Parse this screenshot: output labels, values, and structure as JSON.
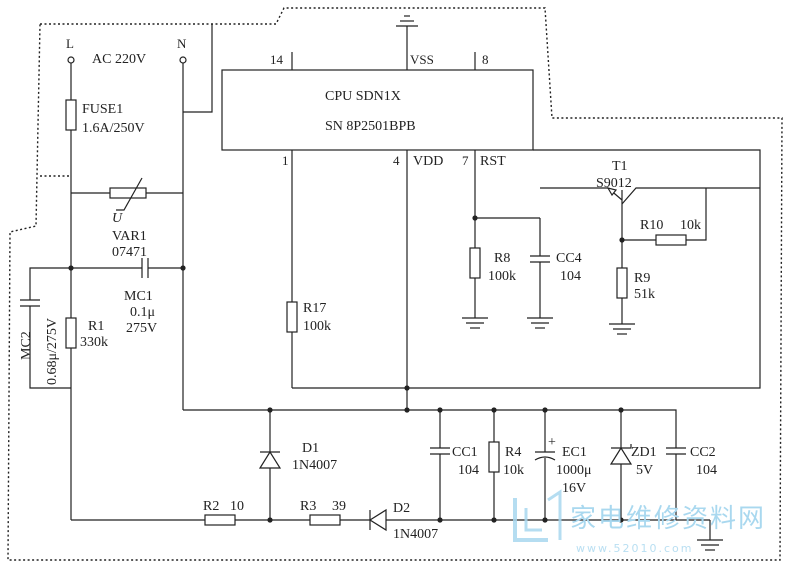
{
  "cpu": {
    "line1": "CPU  SDN1X",
    "line2": "SN  8P2501BPB",
    "pin14": "14",
    "pin_vss": "VSS",
    "pin8": "8",
    "pin1": "1",
    "pin4": "4",
    "pin_vdd": "VDD",
    "pin7": "7",
    "pin_rst": "RST"
  },
  "mains": {
    "L": "L",
    "N": "N",
    "ac": "AC 220V"
  },
  "fuse": {
    "name": "FUSE1",
    "rating": "1.6A/250V"
  },
  "var": {
    "name": "VAR1",
    "value": "07471",
    "symbol": "U"
  },
  "mc1": {
    "name": "MC1",
    "value": "0.1μ",
    "voltage": "275V"
  },
  "mc2": {
    "name": "MC2",
    "value": "0.68μ/275V"
  },
  "r1": {
    "name": "R1",
    "value": "330k"
  },
  "r17": {
    "name": "R17",
    "value": "100k"
  },
  "r8": {
    "name": "R8",
    "value": "100k"
  },
  "cc4": {
    "name": "CC4",
    "value": "104"
  },
  "t1": {
    "name": "T1",
    "model": "S9012"
  },
  "r10": {
    "name": "R10",
    "value": "10k"
  },
  "r9": {
    "name": "R9",
    "value": "51k"
  },
  "d1": {
    "name": "D1",
    "model": "1N4007"
  },
  "d2": {
    "name": "D2",
    "model": "1N4007"
  },
  "r2": {
    "name": "R2",
    "value": "10"
  },
  "r3": {
    "name": "R3",
    "value": "39"
  },
  "cc1": {
    "name": "CC1",
    "value": "104"
  },
  "r4": {
    "name": "R4",
    "value": "10k"
  },
  "ec1": {
    "name": "EC1",
    "value": "1000μ",
    "voltage": "16V",
    "plus": "+"
  },
  "zd1": {
    "name": "ZD1",
    "value": "5V"
  },
  "cc2": {
    "name": "CC2",
    "value": "104"
  },
  "watermark": {
    "text": "家电维修资料网",
    "url": "www.52010.com"
  }
}
